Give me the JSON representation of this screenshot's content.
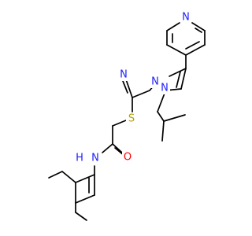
{
  "molecule": {
    "colors": {
      "bond": "#000000",
      "N": "#2020ff",
      "O": "#ff0000",
      "S": "#b2a100",
      "background": "#ffffff"
    },
    "atoms": [
      {
        "id": "n_pyridine",
        "element": "N",
        "label": "N"
      },
      {
        "id": "n_triazole_1",
        "element": "N",
        "label": "N"
      },
      {
        "id": "n_triazole_2",
        "element": "N",
        "label": "N"
      },
      {
        "id": "n_triazole_4",
        "element": "N",
        "label": "N"
      },
      {
        "id": "s_thioether",
        "element": "S",
        "label": "S"
      },
      {
        "id": "o_carbonyl",
        "element": "O",
        "label": "O"
      },
      {
        "id": "n_amide",
        "element": "N",
        "label": "N"
      },
      {
        "id": "h_amide",
        "element": "H",
        "label": "H"
      }
    ]
  }
}
